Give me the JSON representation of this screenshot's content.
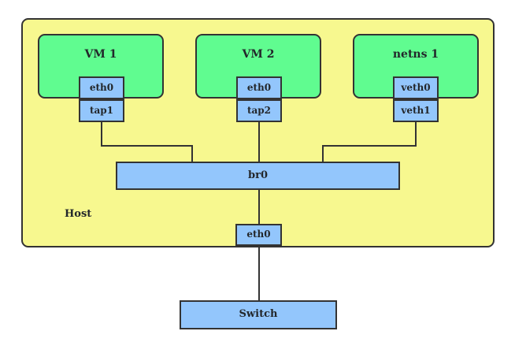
{
  "diagram": {
    "title_label": "Host",
    "host": {
      "label": "Host",
      "fill": "#f7f88f",
      "stroke": "#333333"
    },
    "guests": [
      {
        "name": "vm-1",
        "label": "VM 1",
        "fill": "#60fc90",
        "inner_iface": "eth0",
        "host_iface": "tap1"
      },
      {
        "name": "vm-2",
        "label": "VM 2",
        "fill": "#60fc90",
        "inner_iface": "eth0",
        "host_iface": "tap2"
      },
      {
        "name": "netns-1",
        "label": "netns 1",
        "fill": "#60fc90",
        "inner_iface": "veth0",
        "host_iface": "veth1"
      }
    ],
    "bridge": {
      "label": "br0",
      "fill": "#93c6fc"
    },
    "host_uplink": {
      "label": "eth0",
      "fill": "#93c6fc"
    },
    "switch": {
      "label": "Switch",
      "fill": "#93c6fc"
    },
    "colors": {
      "green": "#60fc90",
      "blue": "#93c6fc",
      "yellow": "#f7f88f",
      "line": "#333333",
      "text": "#23272b",
      "background": "#ffffff"
    }
  }
}
